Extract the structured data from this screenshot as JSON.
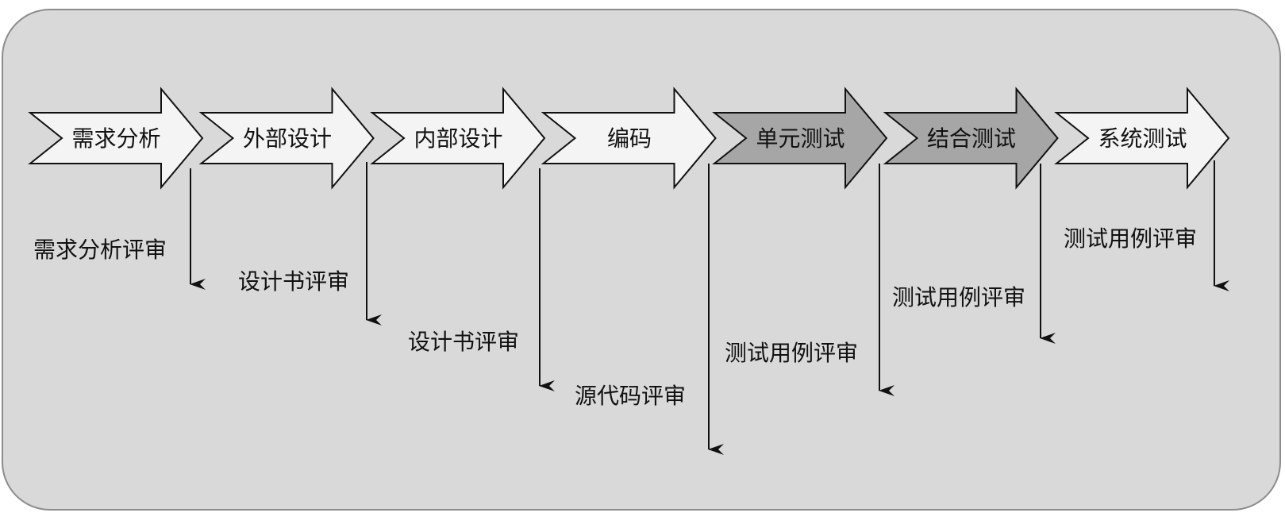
{
  "colors": {
    "panel_fill": "#d9d9d9",
    "panel_border": "#8c8c8c",
    "arrow_light": "#f4f4f4",
    "arrow_dark": "#a6a6a6",
    "stroke": "#111111",
    "text": "#111111"
  },
  "phases": [
    {
      "id": "requirements-analysis",
      "label": "需求分析",
      "shade": "light",
      "review": "需求分析评审"
    },
    {
      "id": "external-design",
      "label": "外部设计",
      "shade": "light",
      "review": "设计书评审"
    },
    {
      "id": "internal-design",
      "label": "内部设计",
      "shade": "light",
      "review": "设计书评审"
    },
    {
      "id": "coding",
      "label": "编码",
      "shade": "light",
      "review": "源代码评审"
    },
    {
      "id": "unit-test",
      "label": "单元测试",
      "shade": "dark",
      "review": "测试用例评审"
    },
    {
      "id": "integration-test",
      "label": "结合测试",
      "shade": "dark",
      "review": "测试用例评审"
    },
    {
      "id": "system-test",
      "label": "系统测试",
      "shade": "light",
      "review": "测试用例评审"
    }
  ]
}
